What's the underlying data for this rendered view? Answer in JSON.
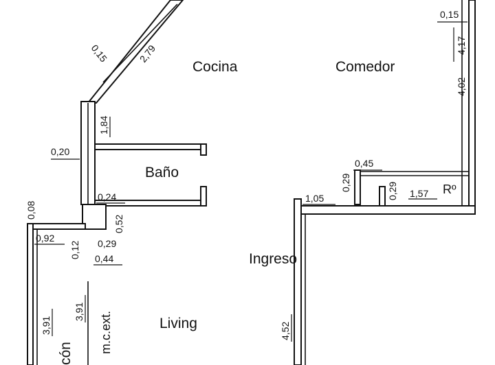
{
  "plan": {
    "rooms": {
      "cocina": "Cocina",
      "comedor": "Comedor",
      "bano": "Baño",
      "ingreso": "Ingreso",
      "living": "Living",
      "balcon": "cón",
      "ropero": "Rº"
    },
    "notes": {
      "mc_ext": "m.c.ext."
    },
    "dimensions": {
      "d_015_top_right": "0,15",
      "d_417": "4,17",
      "d_402": "4,02",
      "d_015_diag": "0,15",
      "d_279": "2,79",
      "d_184": "1,84",
      "d_020": "0,20",
      "d_045": "0,45",
      "d_029_a": "0,29",
      "d_029_b": "0,29",
      "d_157": "1,57",
      "d_105": "1,05",
      "d_024": "0,24",
      "d_052": "0,52",
      "d_008": "0,08",
      "d_092": "0,92",
      "d_012": "0,12",
      "d_029_c": "0,29",
      "d_044": "0,44",
      "d_391_a": "3,91",
      "d_391_b": "3,91",
      "d_452": "4,52"
    }
  }
}
